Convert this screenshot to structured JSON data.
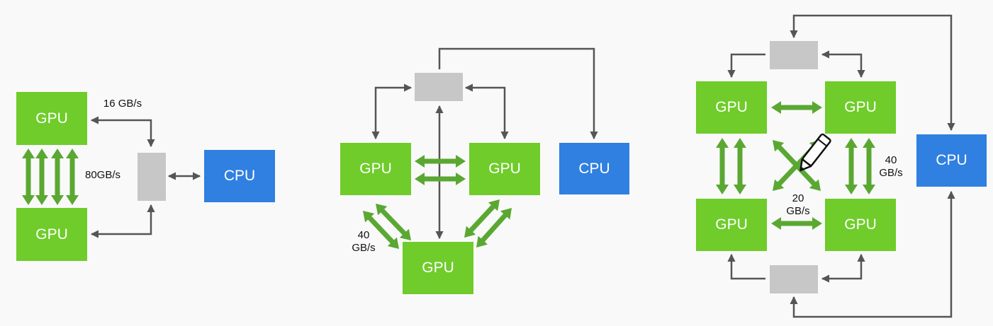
{
  "labels": {
    "gpu": "GPU",
    "cpu": "CPU"
  },
  "diagram1": {
    "pcie_bw": "16 GB/s",
    "nvlink_bw": "80GB/s"
  },
  "diagram2": {
    "nvlink_bw_line1": "40",
    "nvlink_bw_line2": "GB/s"
  },
  "diagram3": {
    "vertical_bw_line1": "40",
    "vertical_bw_line2": "GB/s",
    "horizontal_bw_line1": "20",
    "horizontal_bw_line2": "GB/s"
  },
  "colors": {
    "gpu": "#6fcc2a",
    "cpu": "#2f80e0",
    "switch": "#c7c7c7",
    "nvlink_arrow": "#5aa832",
    "pcie_line": "#555555"
  },
  "icons": {
    "cursor": "pencil-cursor-icon"
  }
}
